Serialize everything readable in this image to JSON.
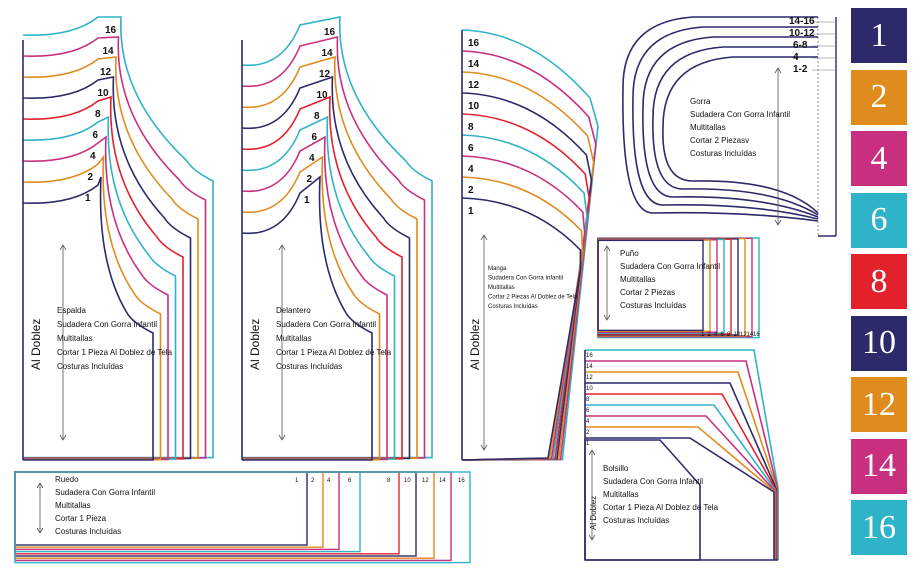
{
  "colors": {
    "1": "#2d2a6b",
    "2": "#e08b1e",
    "4": "#c8307f",
    "6": "#2fb3c9",
    "8": "#e3212d",
    "10": "#2d2a6b",
    "12": "#e08b1e",
    "14": "#c8307f",
    "16": "#2fb3c9"
  },
  "legend": [
    {
      "label": "1",
      "color": "#2d2a6b"
    },
    {
      "label": "2",
      "color": "#e08b1e"
    },
    {
      "label": "4",
      "color": "#c8307f"
    },
    {
      "label": "6",
      "color": "#2fb3c9"
    },
    {
      "label": "8",
      "color": "#e3212d"
    },
    {
      "label": "10",
      "color": "#2d2a6b"
    },
    {
      "label": "12",
      "color": "#e08b1e"
    },
    {
      "label": "14",
      "color": "#c8307f"
    },
    {
      "label": "16",
      "color": "#2fb3c9"
    }
  ],
  "espalda": {
    "fold": "Al Doblez",
    "lines": [
      "Espalda",
      "Sudadera Con Gorra Infantil",
      "Multitallas",
      "Cortar 1 Pieza Al Doblez de Tela",
      "Costuras Incluídas"
    ],
    "sizes": [
      "16",
      "14",
      "12",
      "10",
      "8",
      "6",
      "4",
      "2",
      "1"
    ]
  },
  "delantero": {
    "fold": "Al Doblez",
    "lines": [
      "Delantero",
      "Sudadera Con Gorra Infantil",
      "Multitallas",
      "Cortar 1 Pieza Al Doblez de Tela",
      "Costuras Incluídas"
    ],
    "sizes": [
      "16",
      "14",
      "12",
      "10",
      "8",
      "6",
      "4",
      "2",
      "1"
    ]
  },
  "manga": {
    "fold": "Al Doblez",
    "lines": [
      "Manga",
      "Sudadera Con Gorra Infantil",
      "Multitallas",
      "Cortar 2 Piezas Al Doblez de Tela",
      "Costuras Incluídas"
    ],
    "sizes": [
      "16",
      "14",
      "12",
      "10",
      "8",
      "6",
      "4",
      "2",
      "1"
    ]
  },
  "gorra": {
    "lines": [
      "Gorra",
      "Sudadera Con Gorra Infantil",
      "Multitallas",
      "Cortar 2 Piezasv",
      "Costuras Incluídas"
    ],
    "sizes": [
      "14-16",
      "10-12",
      "6-8",
      "4",
      "1-2"
    ]
  },
  "puno": {
    "lines": [
      "Puño",
      "Sudadera Con Gorra Infantil",
      "Multitallas",
      "Cortar 2 Piezas",
      "Costuras Incluídas"
    ],
    "sizes": [
      "1",
      "2",
      "4",
      "6",
      "8",
      "10",
      "12",
      "14",
      "16"
    ]
  },
  "bolsillo": {
    "fold": "Al Doblez",
    "lines": [
      "Bolsillo",
      "Sudadera Con Gorra Infantil",
      "Multitallas",
      "Cortar 1 Pieza Al Doblez de Tela",
      "Costuras Incluídas"
    ],
    "sizes": [
      "16",
      "14",
      "12",
      "10",
      "8",
      "6",
      "4",
      "2",
      "1"
    ]
  },
  "ruedo": {
    "lines": [
      "Ruedo",
      "Sudadera Con Gorra Infantil",
      "Multitallas",
      "Cortar 1 Pieza",
      "Costuras Incluídas"
    ],
    "sizes": [
      "1",
      "2",
      "4",
      "6",
      "8",
      "10",
      "12",
      "14",
      "16"
    ]
  }
}
